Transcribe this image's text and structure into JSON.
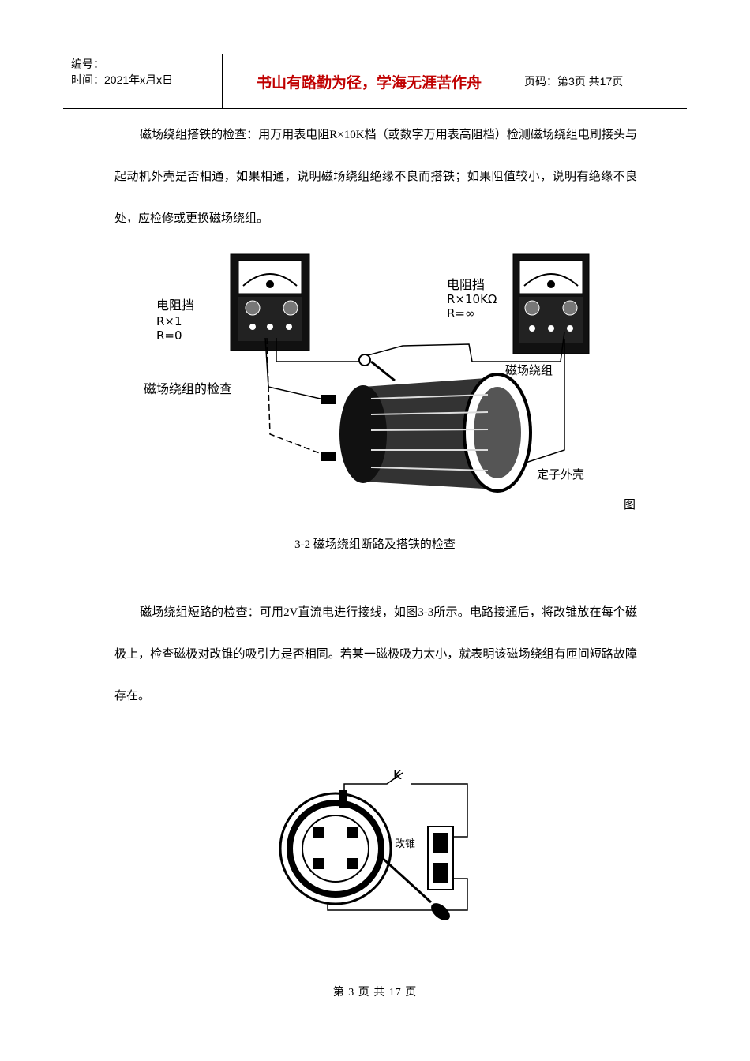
{
  "header": {
    "code_label": "编号：",
    "time_label": "时间：2021年x月x日",
    "motto": "书山有路勤为径，学海无涯苦作舟",
    "page_info": "页码：第3页  共17页"
  },
  "paragraphs": {
    "p1": "磁场绕组搭铁的检查：用万用表电阻R×10K档（或数字万用表高阻档）检测磁场绕组电刷接头与起动机外壳是否相通，如果相通，说明磁场绕组绝缘不良而搭铁；如果阻值较小，说明有绝缘不良处，应检修或更换磁场绕组。",
    "p2": "磁场绕组短路的检查：可用2V直流电进行接线，如图3-3所示。电路接通后，将改锥放在每个磁极上，检查磁极对改锥的吸引力是否相同。若某一磁极吸力太小，就表明该磁场绕组有匝间短路故障存在。"
  },
  "figure1": {
    "left_meter_title": "电阻挡",
    "left_meter_range": "R×1",
    "left_meter_result": "R=0",
    "right_meter_title": "电阻挡",
    "right_meter_range": "R×10KΩ",
    "right_meter_result": "R=∞",
    "label_field_winding": "磁场绕组",
    "label_check": "磁场绕组的检查",
    "label_housing": "定子外壳",
    "caption_prefix": "图",
    "caption": "3-2  磁场绕组断路及搭铁的检查"
  },
  "figure2": {
    "switch_label": "K",
    "screwdriver_label": "改锥"
  },
  "footer": {
    "text": "第 3 页 共 17 页"
  }
}
